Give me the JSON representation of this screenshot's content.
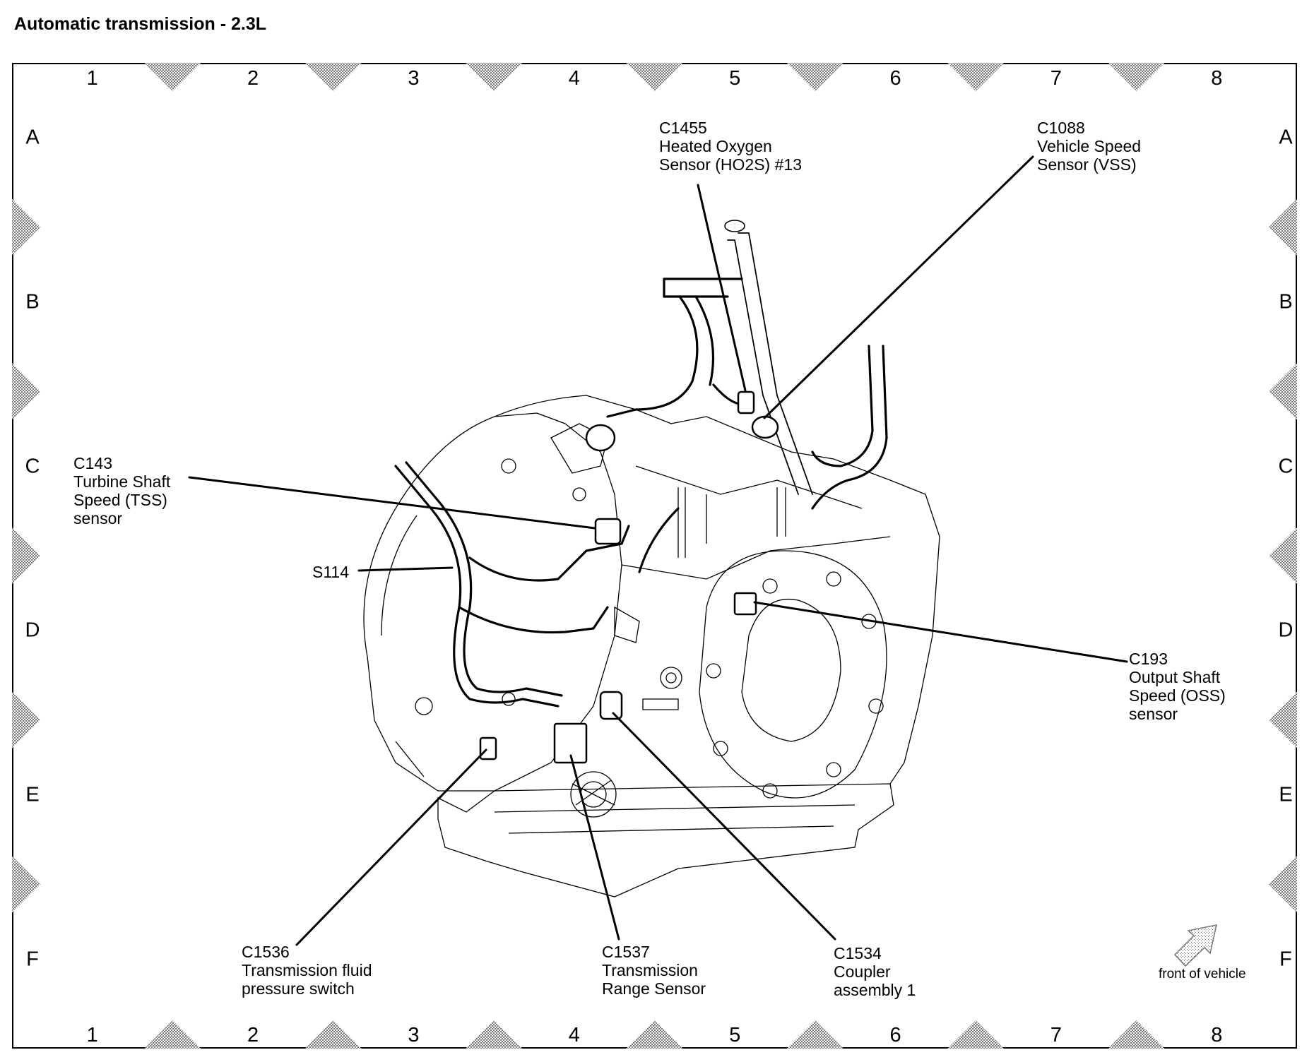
{
  "title": "Automatic transmission - 2.3L",
  "grid": {
    "columns": [
      "1",
      "2",
      "3",
      "4",
      "5",
      "6",
      "7",
      "8"
    ],
    "rows": [
      "A",
      "B",
      "C",
      "D",
      "E",
      "F"
    ],
    "marker_color": "#9a9a9a"
  },
  "callouts": [
    {
      "id": "c1455",
      "code": "C1455",
      "lines": [
        "Heated Oxygen",
        "Sensor (HO2S) #13"
      ]
    },
    {
      "id": "c1088",
      "code": "C1088",
      "lines": [
        "Vehicle Speed",
        "Sensor (VSS)"
      ]
    },
    {
      "id": "c143",
      "code": "C143",
      "lines": [
        "Turbine Shaft",
        "Speed (TSS)",
        "sensor"
      ]
    },
    {
      "id": "s114",
      "code": "S114",
      "lines": []
    },
    {
      "id": "c193",
      "code": "C193",
      "lines": [
        "Output Shaft",
        "Speed (OSS)",
        "sensor"
      ]
    },
    {
      "id": "c1536",
      "code": "C1536",
      "lines": [
        "Transmission fluid",
        "pressure switch"
      ]
    },
    {
      "id": "c1537",
      "code": "C1537",
      "lines": [
        "Transmission",
        "Range Sensor"
      ]
    },
    {
      "id": "c1534",
      "code": "C1534",
      "lines": [
        "Coupler",
        "assembly 1"
      ]
    }
  ],
  "orientation": {
    "label": "front of vehicle",
    "icon": "arrow-up-right-icon"
  }
}
